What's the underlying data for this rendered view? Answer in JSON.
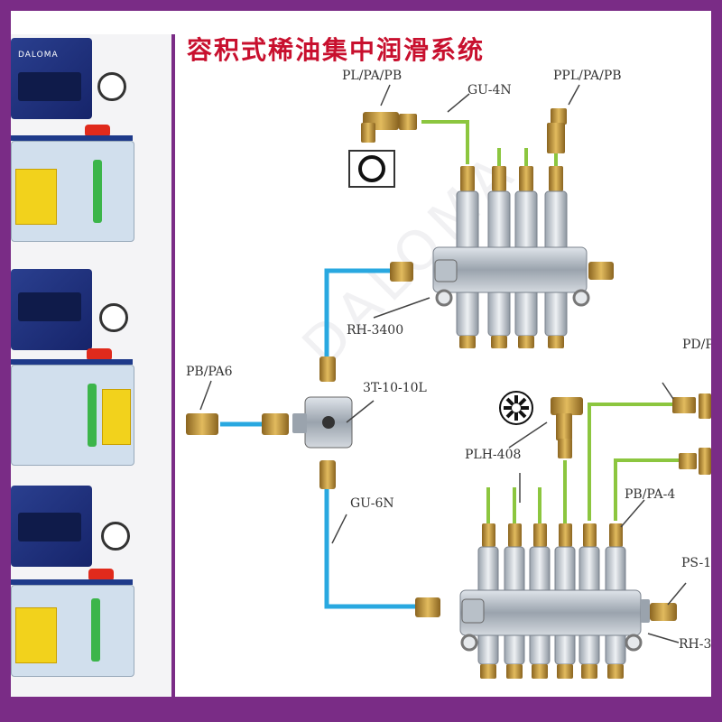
{
  "title": "容积式稀油集中润滑系统",
  "watermark": "DALOMA",
  "pump_brand": "DALOMA",
  "labels": {
    "pl_pa_pb": "PL/PA/PB",
    "gu_4n": "GU-4N",
    "ppl_pa_pb": "PPL/PA/PB",
    "rh_3400": "RH-3400",
    "pb_pa6": "PB/PA6",
    "t3_10_10l": "3T-10-10L",
    "plh_408": "PLH-408",
    "pd_p": "PD/P",
    "pb_pa_4": "PB/PA-4",
    "gu_6n": "GU-6N",
    "ps_1": "PS-1",
    "rh_3": "RH-3"
  },
  "colors": {
    "accent": "#7a2c86",
    "title": "#c8102e",
    "green_tube": "#8cc63f",
    "blue_tube": "#29a8e0",
    "brass": "#c99a3a",
    "manifold": "#b8c0c8"
  },
  "icons": [
    "pump-unit-icon",
    "pressure-gauge-icon",
    "o-ring-icon",
    "fan-nozzle-icon"
  ]
}
